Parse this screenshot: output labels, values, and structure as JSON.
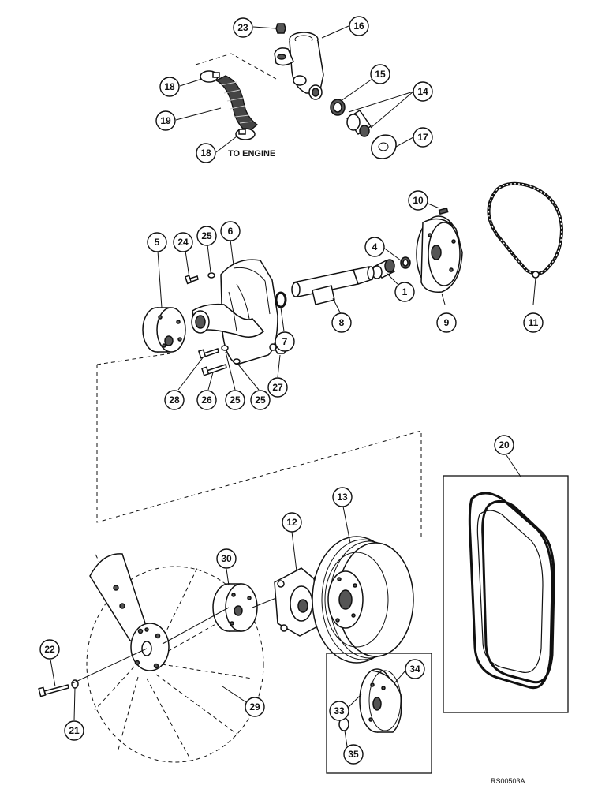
{
  "callouts": {
    "c1": "1",
    "c4": "4",
    "c5": "5",
    "c6": "6",
    "c7": "7",
    "c8": "8",
    "c9": "9",
    "c10": "10",
    "c11": "11",
    "c12": "12",
    "c13": "13",
    "c14": "14",
    "c15": "15",
    "c16": "16",
    "c17": "17",
    "c18a": "18",
    "c18b": "18",
    "c19": "19",
    "c20": "20",
    "c21": "21",
    "c22": "22",
    "c23": "23",
    "c24": "24",
    "c25a": "25",
    "c25b": "25",
    "c25c": "25",
    "c26": "26",
    "c27": "27",
    "c28": "28",
    "c29": "29",
    "c30": "30",
    "c33": "33",
    "c34": "34",
    "c35": "35"
  },
  "note_to_engine": "TO ENGINE",
  "drawing_ref": "RS00503A"
}
